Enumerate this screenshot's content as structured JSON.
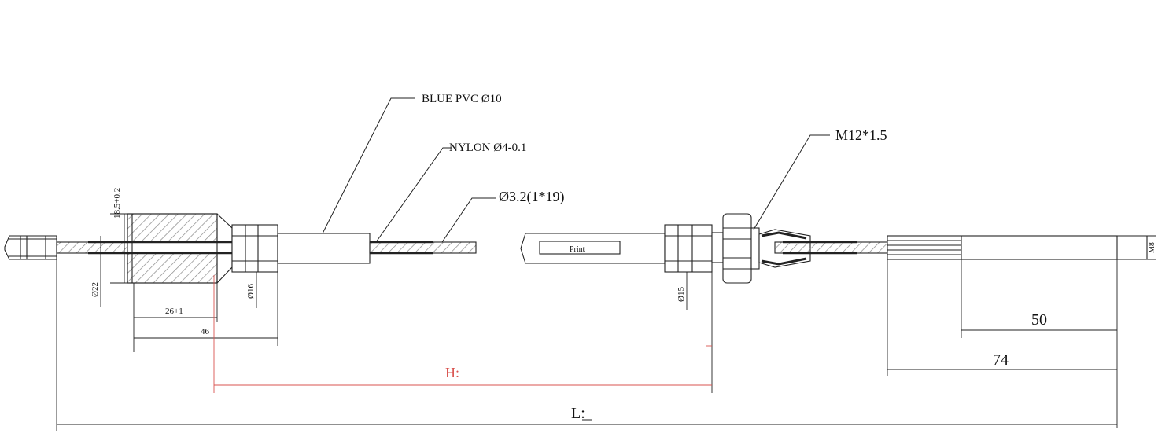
{
  "callouts": {
    "sheath": "BLUE PVC Ø10",
    "liner": "NYLON Ø4-0.1",
    "wire": "Ø3.2(1*19)",
    "thread": "M12*1.5"
  },
  "dimensions": {
    "bore": "18.5+0.2",
    "phi22": "Ø22",
    "phi16": "Ø16",
    "phi15": "Ø15",
    "d26": "26+1",
    "d46": "46",
    "d50": "50",
    "d74": "74",
    "m8": "M8",
    "H": "H:",
    "L": "L:"
  },
  "print_label": "Print"
}
